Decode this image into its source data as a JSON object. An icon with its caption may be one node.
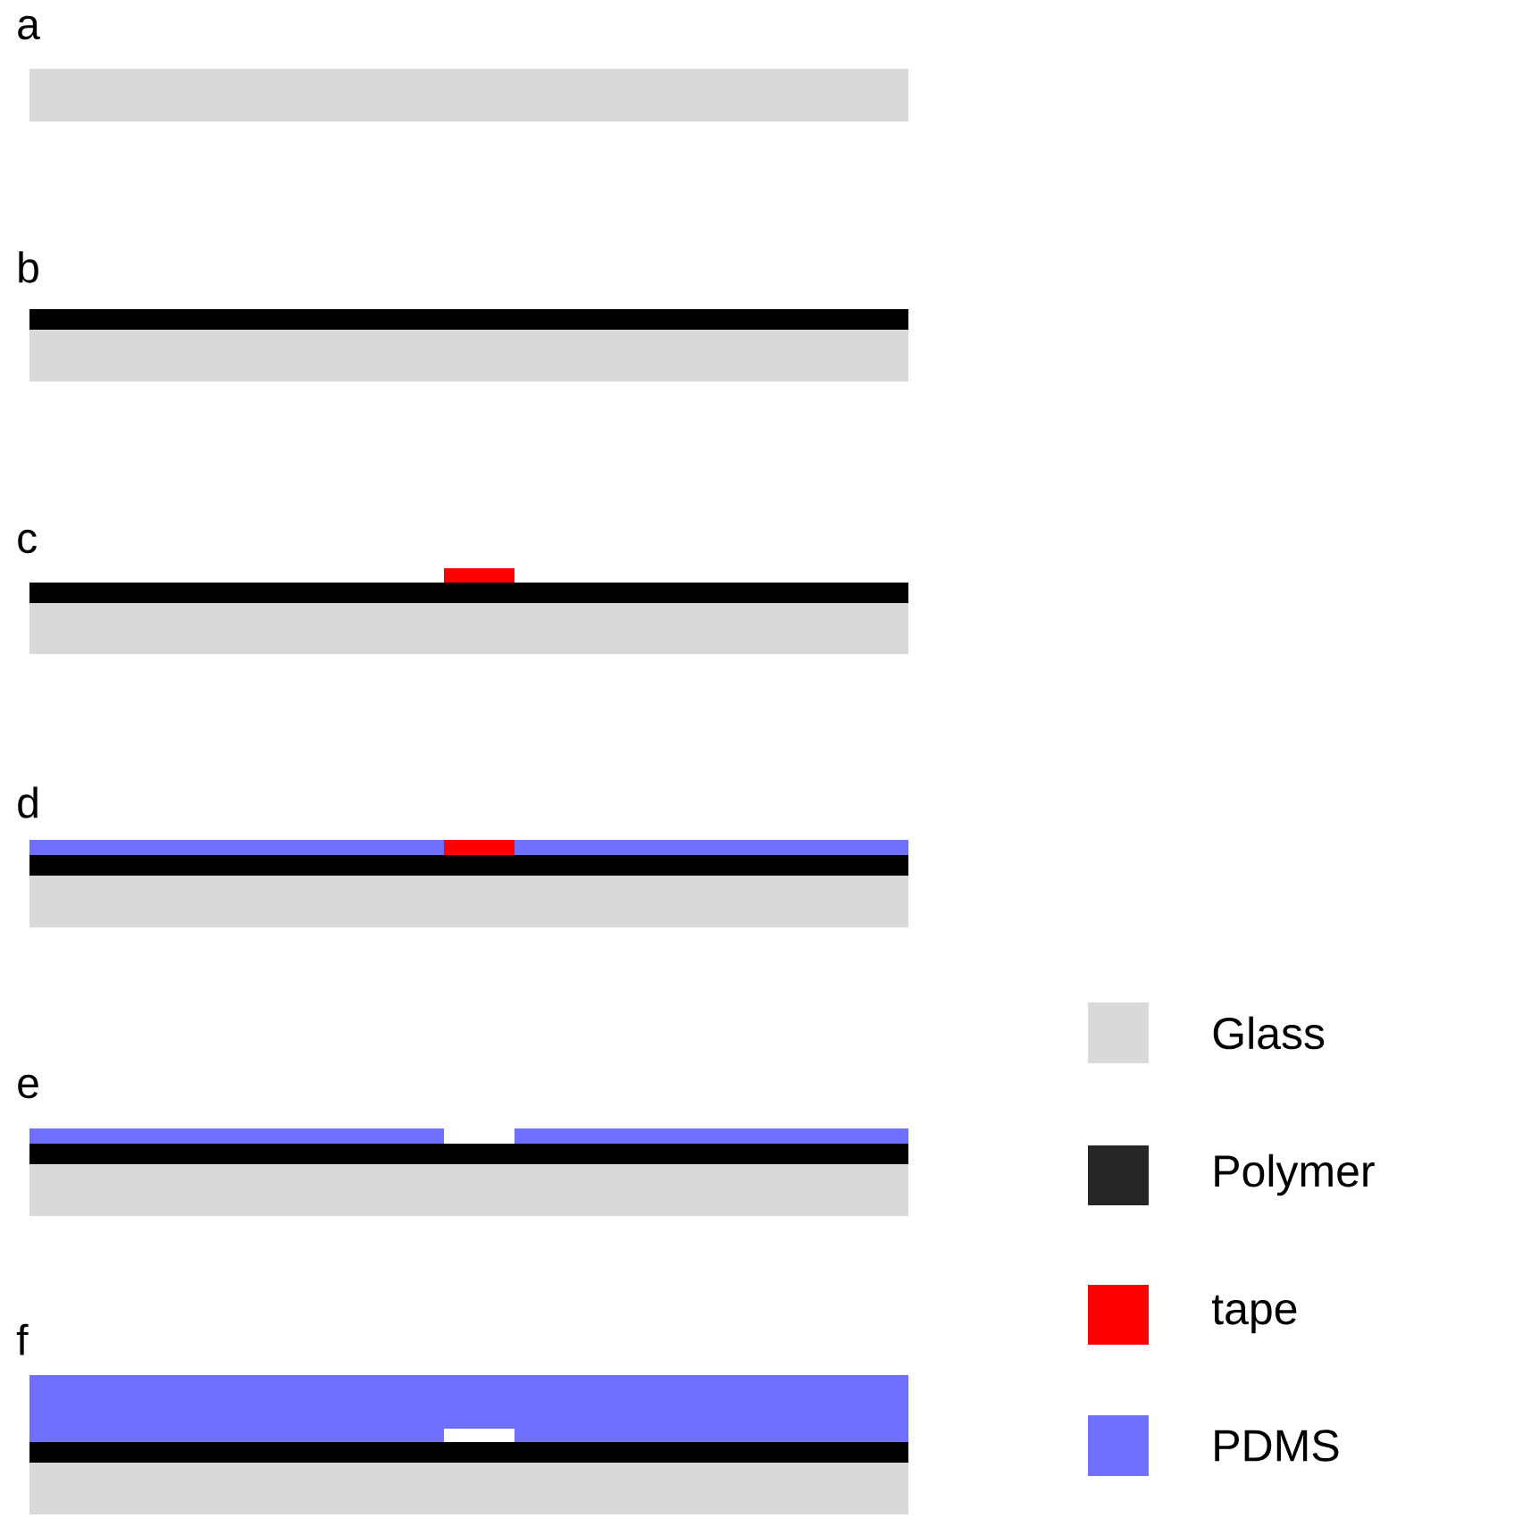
{
  "diagram": {
    "labels": [
      "a",
      "b",
      "c",
      "d",
      "e",
      "f"
    ],
    "legend": [
      {
        "text": "Glass",
        "color": "#d9d9d9"
      },
      {
        "text": "Polymer",
        "color": "#262626"
      },
      {
        "text": "tape",
        "color": "#ff0000"
      },
      {
        "text": "PDMS",
        "color": "#7070ff"
      }
    ]
  }
}
